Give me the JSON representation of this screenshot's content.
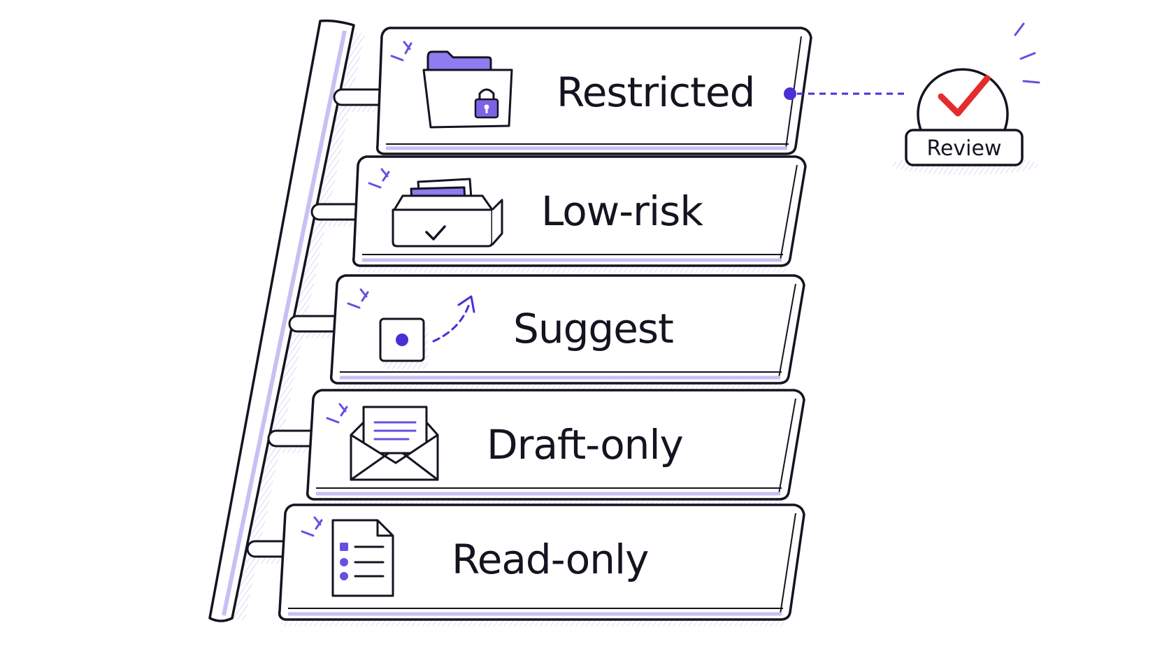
{
  "diagram": {
    "levels": [
      {
        "id": "restricted",
        "label": "Restricted",
        "icon": "locked-folder-icon"
      },
      {
        "id": "low-risk",
        "label": "Low-risk",
        "icon": "inbox-tray-check-icon"
      },
      {
        "id": "suggest",
        "label": "Suggest",
        "icon": "suggest-arrow-icon"
      },
      {
        "id": "draft-only",
        "label": "Draft-only",
        "icon": "envelope-letter-icon"
      },
      {
        "id": "read-only",
        "label": "Read-only",
        "icon": "document-list-icon"
      }
    ],
    "review": {
      "label": "Review",
      "icon": "checkmark-icon"
    },
    "colors": {
      "accent": "#6a4ee0",
      "accent_fill": "#8f7cf0",
      "stroke": "#141421",
      "shadow": "#ddd6f7",
      "check": "#e52b2b"
    }
  }
}
